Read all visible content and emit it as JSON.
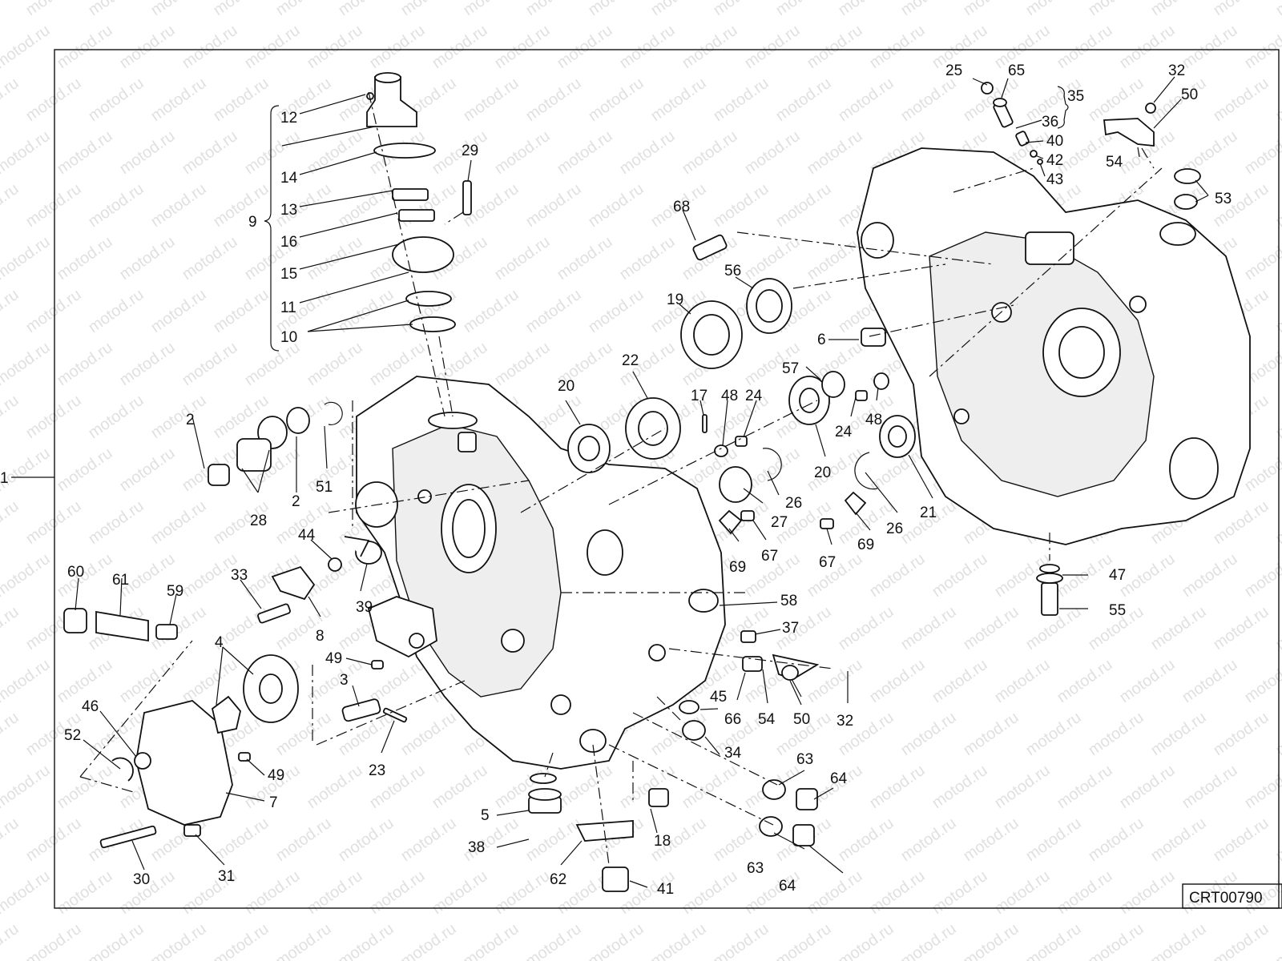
{
  "diagram": {
    "watermark": "motod.ru",
    "drawing_code": "CRT00790",
    "assembly_ref": "1",
    "labels": [
      "2",
      "3",
      "4",
      "5",
      "6",
      "7",
      "8",
      "9",
      "10",
      "11",
      "12",
      "13",
      "14",
      "15",
      "16",
      "17",
      "18",
      "19",
      "20",
      "21",
      "22",
      "23",
      "24",
      "25",
      "26",
      "27",
      "28",
      "29",
      "30",
      "31",
      "32",
      "33",
      "34",
      "35",
      "36",
      "37",
      "38",
      "39",
      "40",
      "41",
      "42",
      "43",
      "44",
      "45",
      "46",
      "47",
      "48",
      "49",
      "50",
      "51",
      "52",
      "53",
      "54",
      "55",
      "56",
      "57",
      "58",
      "59",
      "60",
      "61",
      "62",
      "63",
      "64",
      "65",
      "66",
      "67",
      "68",
      "69"
    ]
  }
}
